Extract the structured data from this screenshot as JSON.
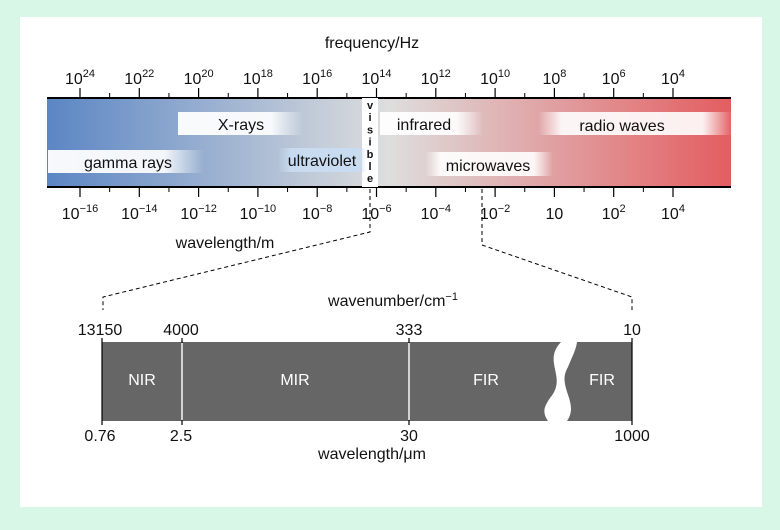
{
  "spectrum": {
    "frequency_label": "frequency/Hz",
    "wavelength_label": "wavelength/m",
    "freq_ticks": [
      {
        "base": "10",
        "exp": "24"
      },
      {
        "base": "10",
        "exp": "22"
      },
      {
        "base": "10",
        "exp": "20"
      },
      {
        "base": "10",
        "exp": "18"
      },
      {
        "base": "10",
        "exp": "16"
      },
      {
        "base": "10",
        "exp": "14"
      },
      {
        "base": "10",
        "exp": "12"
      },
      {
        "base": "10",
        "exp": "10"
      },
      {
        "base": "10",
        "exp": "8"
      },
      {
        "base": "10",
        "exp": "6"
      },
      {
        "base": "10",
        "exp": "4"
      }
    ],
    "wave_ticks": [
      {
        "base": "10",
        "exp": "−16"
      },
      {
        "base": "10",
        "exp": "−14"
      },
      {
        "base": "10",
        "exp": "−12"
      },
      {
        "base": "10",
        "exp": "−10"
      },
      {
        "base": "10",
        "exp": "−8"
      },
      {
        "base": "10",
        "exp": "−6"
      },
      {
        "base": "10",
        "exp": "−4"
      },
      {
        "base": "10",
        "exp": "−2"
      },
      {
        "base": "10",
        "exp": ""
      },
      {
        "base": "10",
        "exp": "2"
      },
      {
        "base": "10",
        "exp": "4"
      }
    ],
    "regions": {
      "gamma": "gamma rays",
      "xrays": "X-rays",
      "uv": "ultraviolet",
      "visible": [
        "v",
        "i",
        "s",
        "i",
        "b",
        "l",
        "e"
      ],
      "infrared": "infrared",
      "microwaves": "microwaves",
      "radio": "radio waves"
    },
    "colors": {
      "uv_end": "#5b86c4",
      "mid": "#dedede",
      "radio_end": "#e35d60"
    }
  },
  "ir_detail": {
    "wavenumber_label": "wavenumber/cm",
    "wavenumber_exp": "−1",
    "wavelength_label_prefix": "wavelength/",
    "wavelength_label_mu": "μ",
    "wavelength_label_suffix": "m",
    "wavenumbers": [
      "13150",
      "4000",
      "333",
      "10"
    ],
    "wavelengths": [
      "0.76",
      "2.5",
      "30",
      "1000"
    ],
    "bands": [
      "NIR",
      "MIR",
      "FIR",
      "FIR"
    ],
    "band_color": "#666666"
  }
}
